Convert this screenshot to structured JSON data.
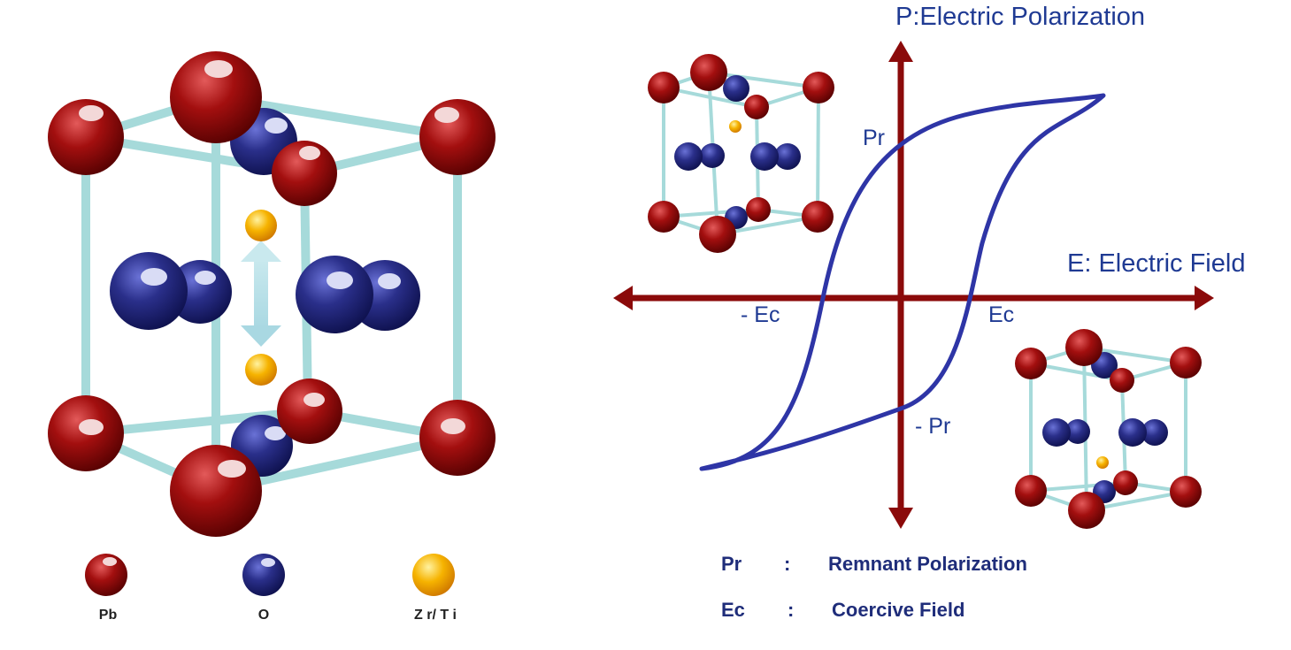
{
  "colors": {
    "pb": "#a30f0f",
    "oxygen": "#2a2f8a",
    "zr_ti": "#f6b300",
    "bond": "#9fd8d8",
    "axis": "#8b0a0a",
    "loop": "#2e35a6",
    "text": "#1f3a93"
  },
  "legend_atoms": [
    {
      "label": "Pb",
      "icon": "pb-atom-icon"
    },
    {
      "label": "O",
      "icon": "oxygen-atom-icon"
    },
    {
      "label": "Z r/ T i",
      "icon": "zr-ti-atom-icon"
    }
  ],
  "axes": {
    "y_label": "P:Electric Polarization",
    "x_label": "E: Electric Field"
  },
  "points": {
    "pr": "Pr",
    "neg_pr": "- Pr",
    "ec": "Ec",
    "neg_ec": "- Ec"
  },
  "definitions": [
    {
      "key": "Pr",
      "sep": ":",
      "value": "Remnant Polarization"
    },
    {
      "key": "Ec",
      "sep": ":",
      "value": "Coercive Field"
    }
  ]
}
